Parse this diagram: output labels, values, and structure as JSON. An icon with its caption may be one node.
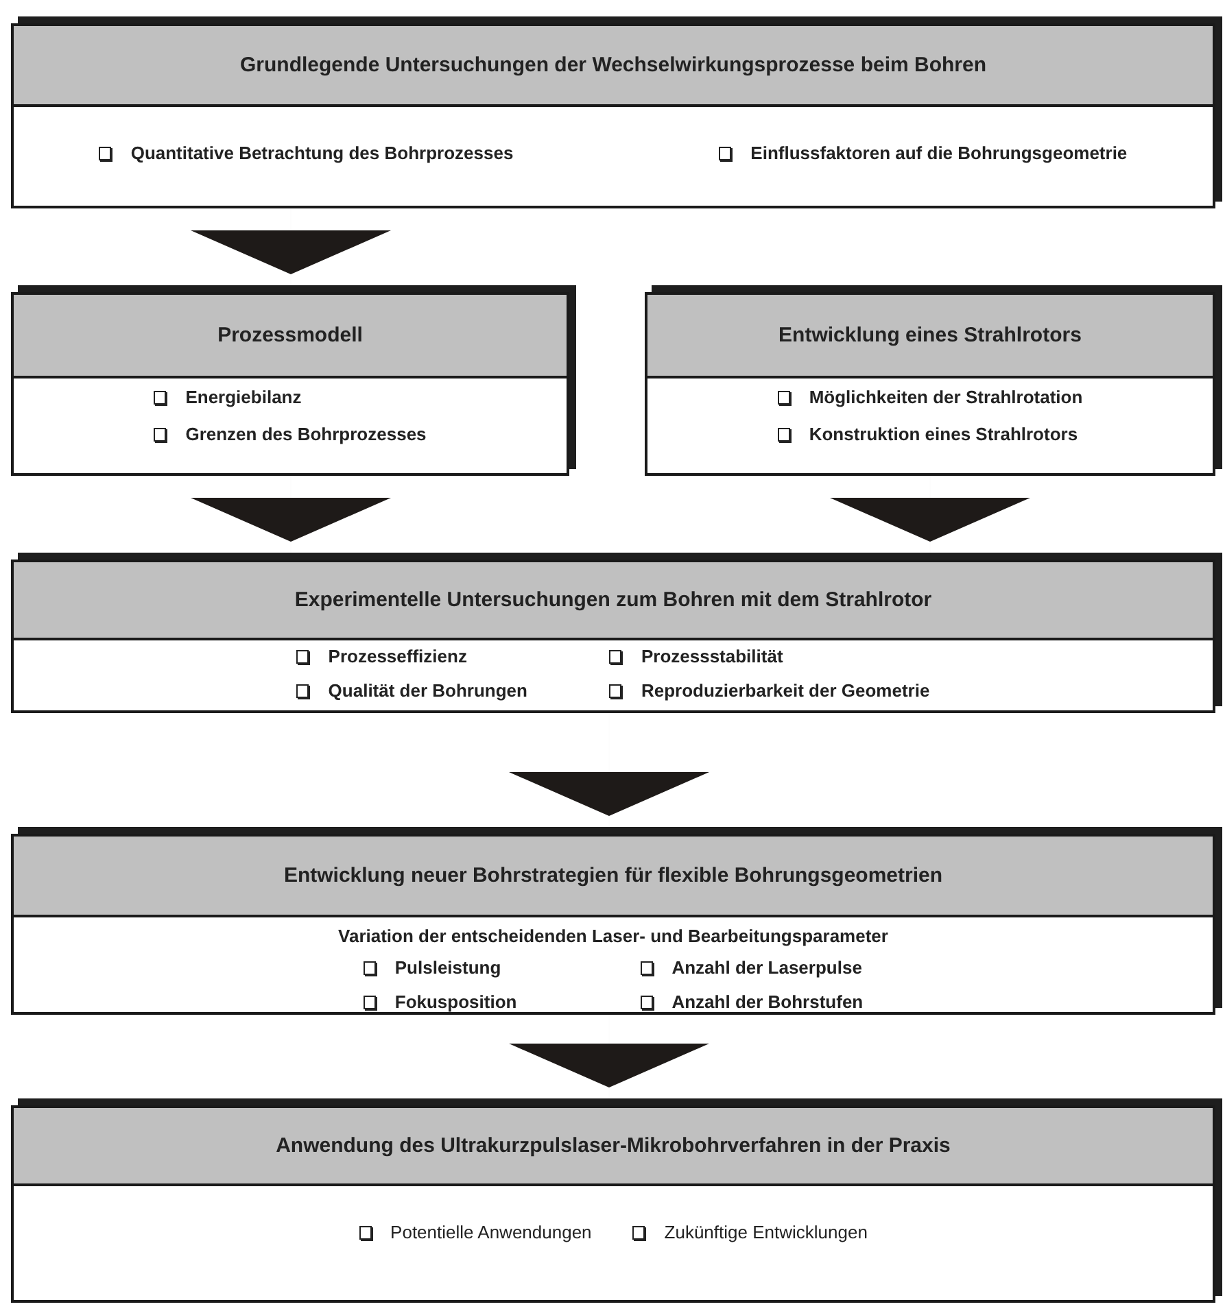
{
  "diagram": {
    "nodes": [
      {
        "text": [
          "Grundlegende Untersuchungen der Wechselwirkungsprozesse beim Bohren",
          "Quantitative Betrachtung des Bohrprozesses",
          "Einflussfaktoren auf die Bohrungsgeometrie"
        ]
      },
      {
        "text": [
          "Prozessmodell",
          "Energiebilanz",
          "Grenzen des Bohrprozesses"
        ]
      },
      {
        "text": [
          "Entwicklung eines Strahlrotors",
          "Möglichkeiten der Strahlrotation",
          "Konstruktion eines Strahlrotors"
        ]
      },
      {
        "text": [
          "Experimentelle Untersuchungen zum Bohren mit dem Strahlrotor",
          "Prozesseffizienz",
          "Prozessstabilität",
          "Qualität der Bohrungen",
          "Reproduzierbarkeit der Geometrie"
        ]
      },
      {
        "text": [
          "Entwicklung neuer Bohrstrategien für flexible Bohrungsgeometrien",
          "Variation der entscheidenden Laser- und Bearbeitungsparameter",
          "Pulsleistung",
          "Anzahl der Laserpulse",
          "Fokusposition",
          "Anzahl der Bohrstufen"
        ]
      },
      {
        "text": [
          "Anwendung des Ultrakurzpulslaser-Mikrobohrverfahren in der Praxis",
          "Potentielle Anwendungen",
          "Zukünftige Entwicklungen"
        ]
      }
    ],
    "edges": [
      {
        "from": 0,
        "to": 1,
        "arrow": "to"
      },
      {
        "from": 1,
        "to": 3,
        "arrow": "to"
      },
      {
        "from": 2,
        "to": 3,
        "arrow": "to"
      },
      {
        "from": 3,
        "to": 4,
        "arrow": "to"
      },
      {
        "from": 4,
        "to": 5,
        "arrow": "to"
      }
    ]
  }
}
